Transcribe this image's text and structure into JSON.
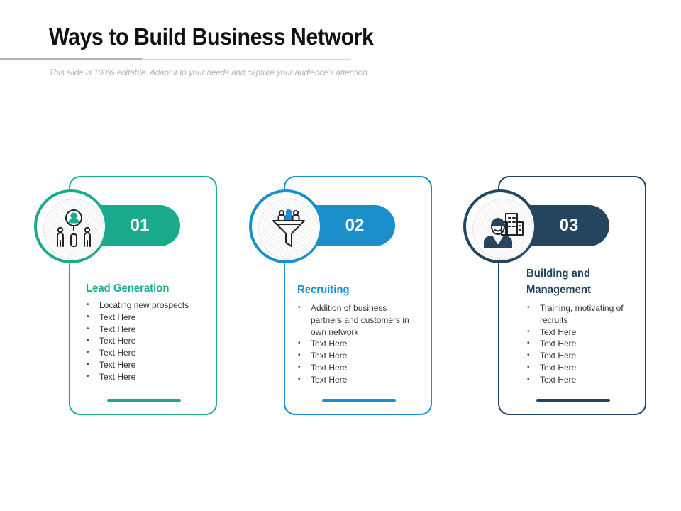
{
  "page": {
    "title": "Ways to Build Business Network",
    "subtitle": "This slide is 100% editable. Adapt it to your needs and capture your audience's attention."
  },
  "cards": [
    {
      "number": "01",
      "heading": "Lead Generation",
      "accent_color": "#1aab8d",
      "icon": "lead-generation-people-icon",
      "bullets": [
        "Locating new prospects",
        "Text Here",
        "Text Here",
        "Text Here",
        "Text Here",
        "Text Here",
        "Text Here"
      ]
    },
    {
      "number": "02",
      "heading": "Recruiting",
      "accent_color": "#1a8fcb",
      "icon": "funnel-people-icon",
      "bullets": [
        "Addition of business partners and customers in own network",
        "Text Here",
        "Text Here",
        "Text Here",
        "Text Here"
      ]
    },
    {
      "number": "03",
      "heading": "Building and Management",
      "accent_color": "#24445f",
      "icon": "manager-building-icon",
      "bullets": [
        "Training, motivating of recruits",
        "Text Here",
        "Text Here",
        "Text Here",
        "Text Here",
        "Text Here"
      ]
    }
  ]
}
